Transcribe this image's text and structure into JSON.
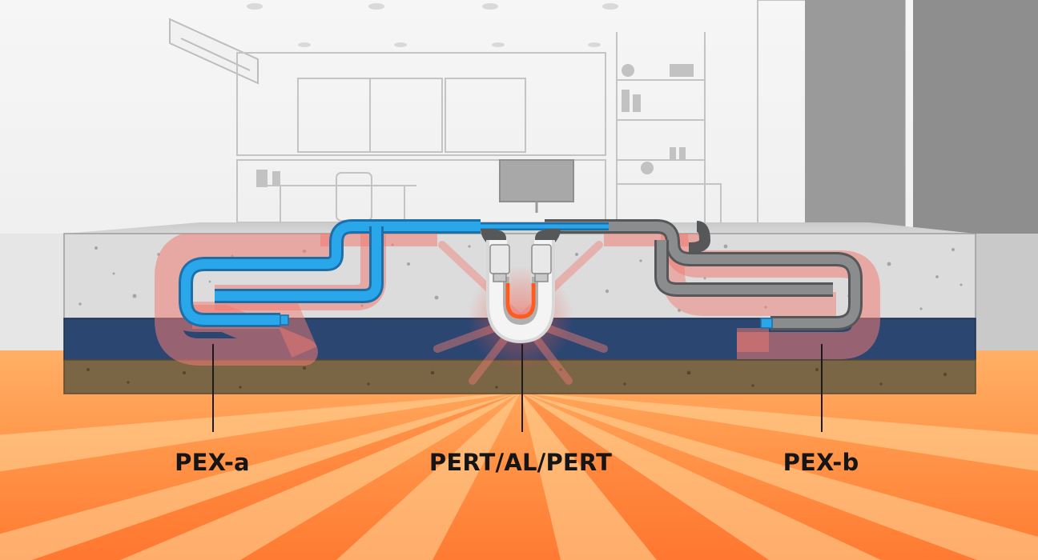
{
  "labels": {
    "pex_a": "PEX-a",
    "pert_al_pert": "PERT/AL/PERT",
    "pex_b": "PEX-b"
  },
  "colors": {
    "pex_a_pipe": "#2aa6ea",
    "pex_b_pipe": "#8a8c8e",
    "pert_core": "#ff5a1f",
    "heat_glow": "#f07c72",
    "concrete": "#dcdcdc",
    "insulation": "#2c4672",
    "subfloor": "#7a6545",
    "floor_warm": "#ff8a3d",
    "floor_light": "#ffd79a",
    "label_text": "#151515"
  },
  "icons": {
    "pex_a": "blue-serpentine-pipe-icon",
    "pert_al_pert": "u-bend-multilayer-pipe-icon",
    "pex_b": "gray-serpentine-pipe-icon"
  }
}
